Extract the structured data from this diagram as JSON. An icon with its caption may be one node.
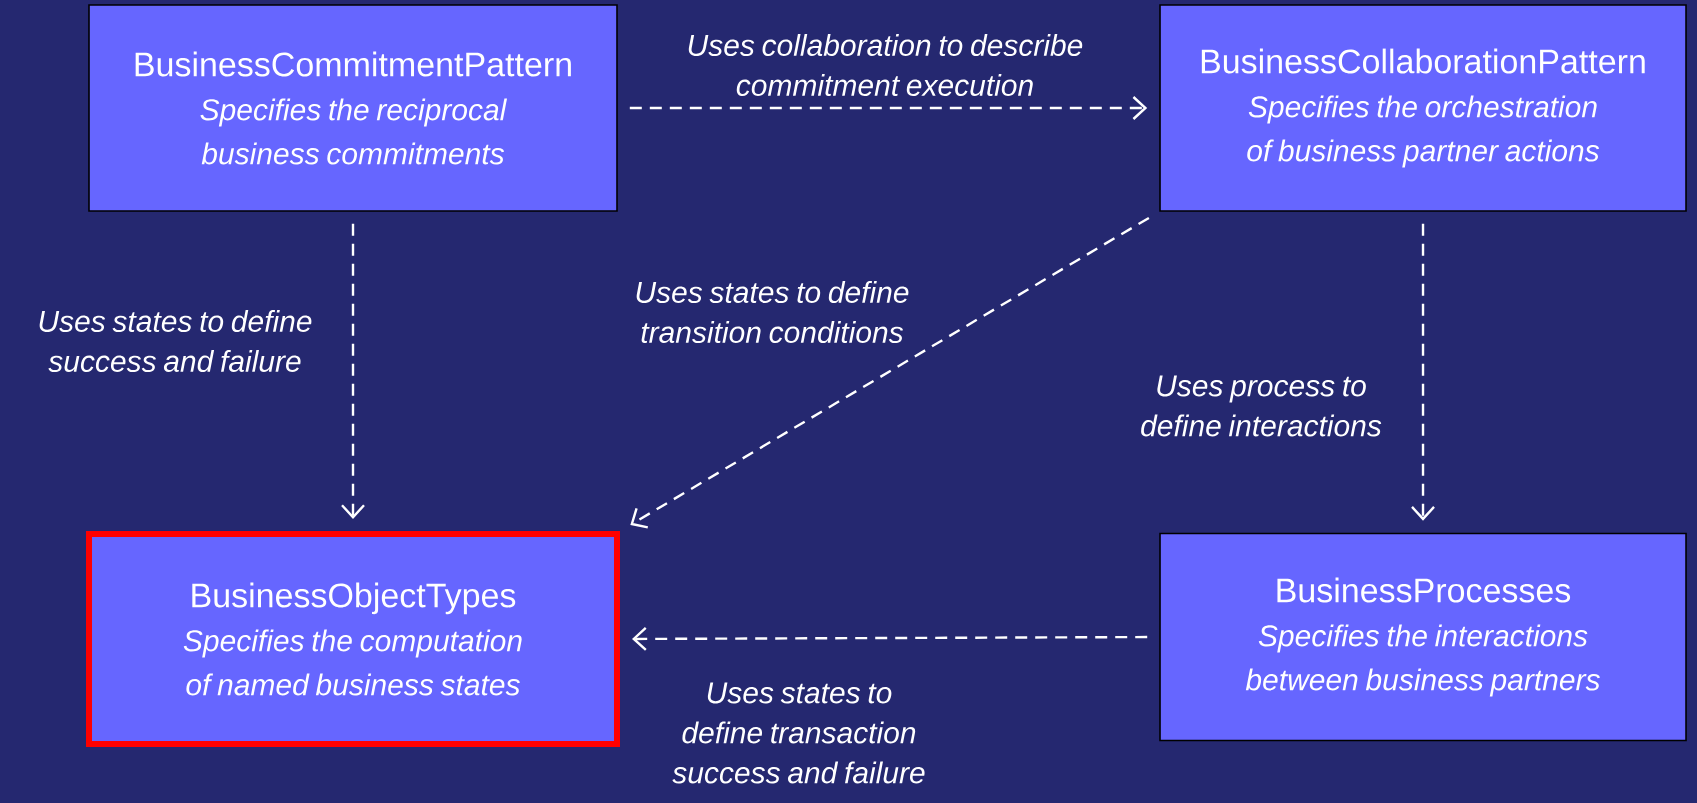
{
  "diagram": {
    "nodes": [
      {
        "text": [
          "BusinessCommitmentPattern",
          "Specifies the reciprocal business commitments"
        ]
      },
      {
        "text": [
          "BusinessCollaborationPattern",
          "Specifies the orchestration of business partner actions"
        ]
      },
      {
        "text": [
          "BusinessObjectTypes",
          "Specifies the computation of named business states"
        ]
      },
      {
        "text": [
          "BusinessProcesses",
          "Specifies the interactions between business partners"
        ]
      }
    ],
    "edges": [
      {
        "from": 0,
        "to": 1,
        "arrow": "to",
        "style": "dashed",
        "label": "Uses collaboration to describe commitment execution"
      },
      {
        "from": 0,
        "to": 2,
        "arrow": "to",
        "style": "dashed",
        "label": "Uses states to define success and failure"
      },
      {
        "from": 1,
        "to": 2,
        "arrow": "to",
        "style": "dashed",
        "label": "Uses states to define transition conditions"
      },
      {
        "from": 1,
        "to": 3,
        "arrow": "to",
        "style": "dashed",
        "label": "Uses process to define interactions"
      },
      {
        "from": 3,
        "to": 2,
        "arrow": "to",
        "style": "dashed",
        "label": "Uses states to define transaction success and failure"
      }
    ]
  }
}
